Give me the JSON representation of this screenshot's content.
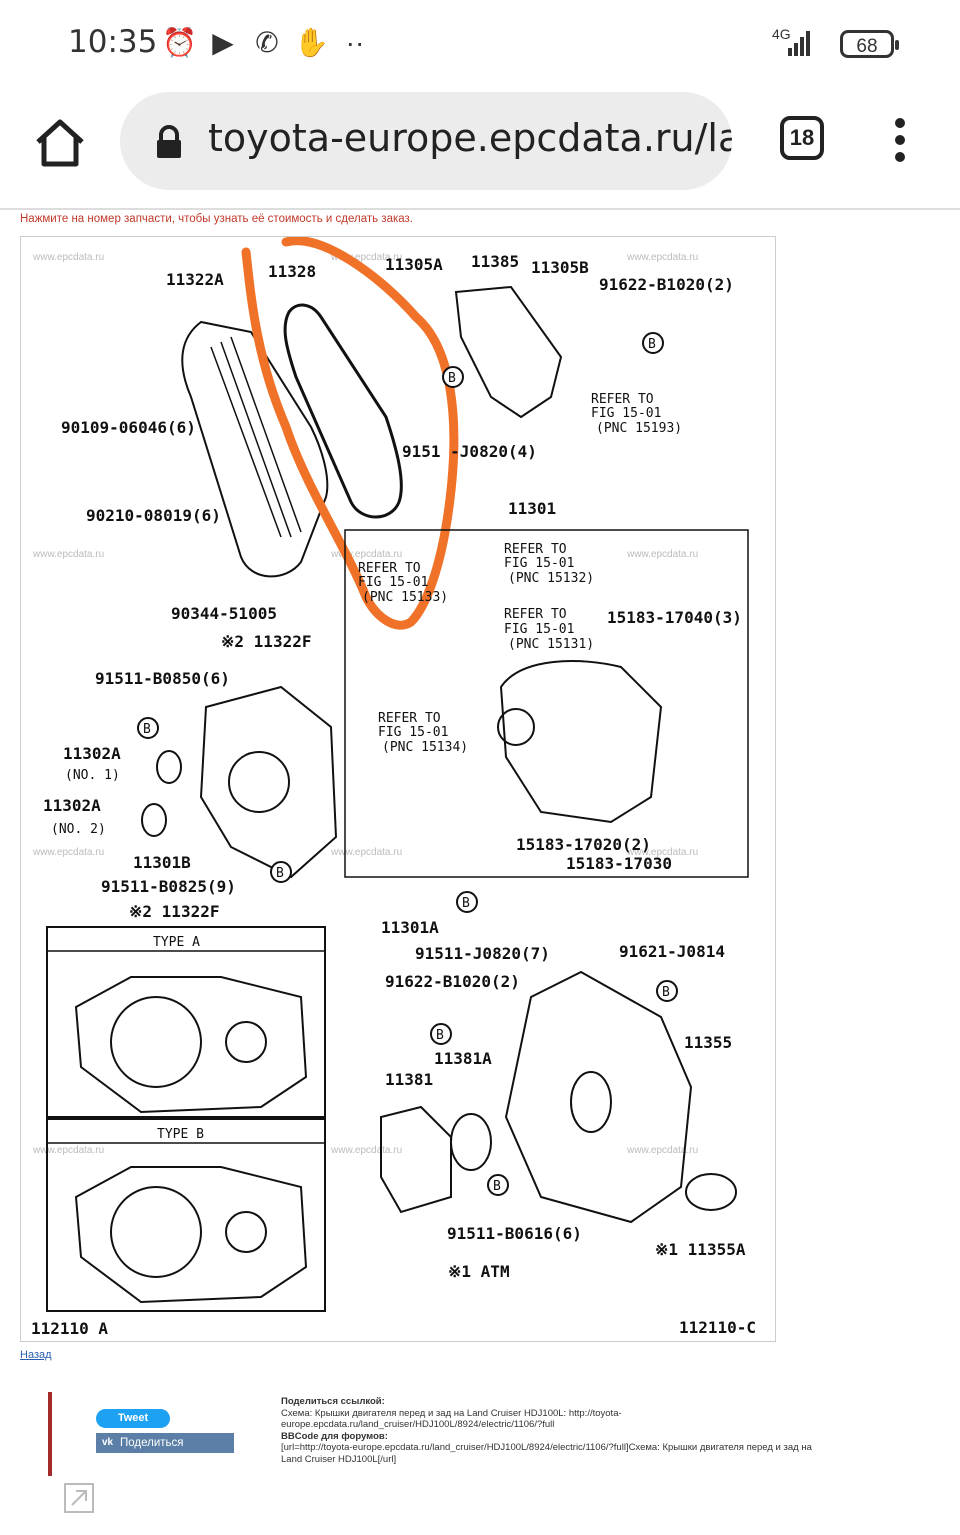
{
  "status": {
    "time": "10:35",
    "network": "4G",
    "battery": "68",
    "icons": [
      "alarm-icon",
      "youtube-icon",
      "whatsapp-icon",
      "gesture-icon",
      "more-dots-icon"
    ]
  },
  "browser": {
    "url": "toyota-europe.epcdata.ru/lan",
    "tab_count": "18"
  },
  "page": {
    "notice": "Нажмите на номер запчасти, чтобы узнать её стоимость и сделать заказ.",
    "back_label": "Назад",
    "tweet_label": "Tweet",
    "vk_label": "Поделиться",
    "share_heading": "Поделиться ссылкой:",
    "share_text": "Схема: Крышки двигателя перед и зад на Land Cruiser HDJ100L: http://toyota-europe.epcdata.ru/land_cruiser/HDJ100L/8924/electric/1106/?full",
    "bbcode_heading": "BBCode для форумов:",
    "bbcode_text": "[url=http://toyota-europe.epcdata.ru/land_cruiser/HDJ100L/8924/electric/1106/?full]Схема: Крышки двигателя перед и зад на Land Cruiser HDJ100L[/url]"
  },
  "diagram": {
    "watermark": "www.epcdata.ru",
    "labels": [
      "11322A",
      "11328",
      "11305A",
      "11385",
      "11305B",
      "91622-B1020(2)",
      "90109-06046(6)",
      "90210-08019(6)",
      "9151 -J0820(4)",
      "11301",
      "REFER TO",
      "FIG 15-01",
      "(PNC 15193)",
      "(PNC 15132)",
      "(PNC 15133)",
      "(PNC 15131)",
      "(PNC 15134)",
      "90344-51005",
      "※2 11322F",
      "15183-17040(3)",
      "91511-B0850(6)",
      "11302A",
      "(NO. 1)",
      "(NO. 2)",
      "11301B",
      "91511-B0825(9)",
      "15183-17020(2)",
      "15183-17030",
      "11301A",
      "91511-J0820(7)",
      "91621-J0814",
      "TYPE A",
      "TYPE B",
      "11355",
      "11381A",
      "11381",
      "91511-B0616(6)",
      "※1 11355A",
      "※1 ATM",
      "112110 A",
      "112110-C"
    ]
  }
}
